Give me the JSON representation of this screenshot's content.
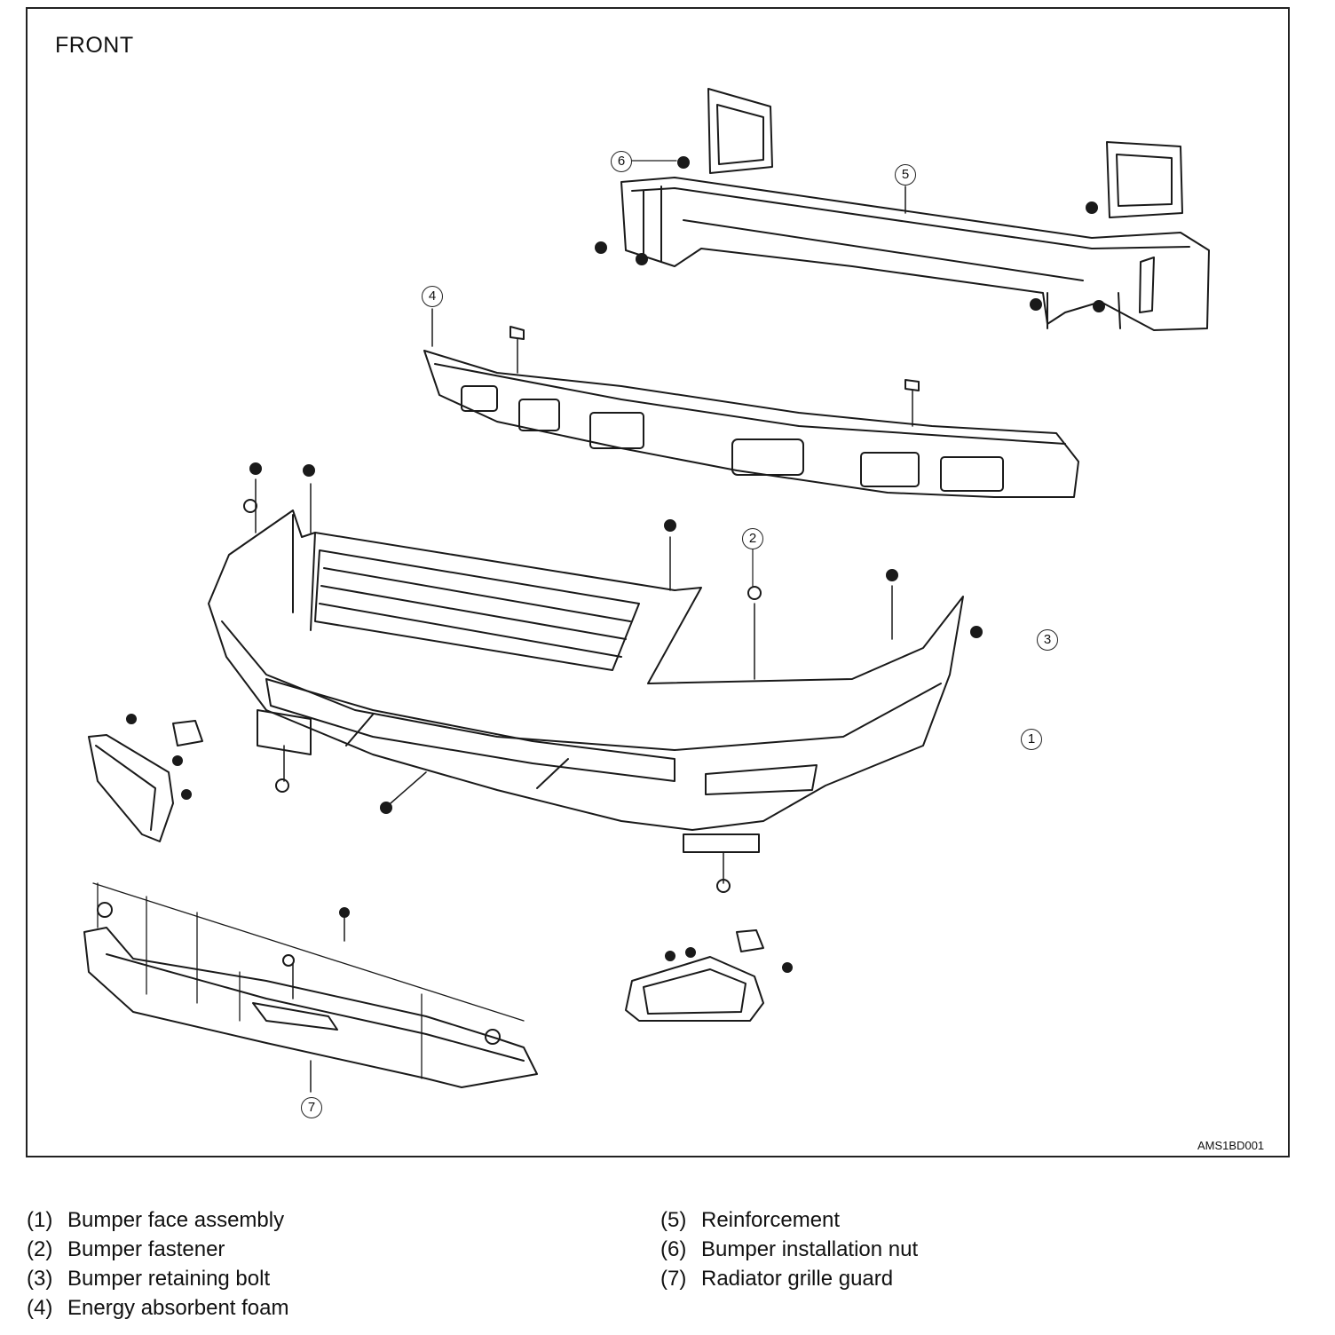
{
  "figure": {
    "title": "FRONT",
    "code": "AMS1BD001"
  },
  "callouts": [
    {
      "num": "1"
    },
    {
      "num": "2"
    },
    {
      "num": "3"
    },
    {
      "num": "4"
    },
    {
      "num": "5"
    },
    {
      "num": "6"
    },
    {
      "num": "7"
    }
  ],
  "legend": [
    {
      "num": "(1)",
      "label": "Bumper face assembly"
    },
    {
      "num": "(2)",
      "label": "Bumper fastener"
    },
    {
      "num": "(3)",
      "label": "Bumper retaining bolt"
    },
    {
      "num": "(4)",
      "label": "Energy absorbent foam"
    },
    {
      "num": "(5)",
      "label": "Reinforcement"
    },
    {
      "num": "(6)",
      "label": "Bumper installation nut"
    },
    {
      "num": "(7)",
      "label": "Radiator grille guard"
    }
  ]
}
